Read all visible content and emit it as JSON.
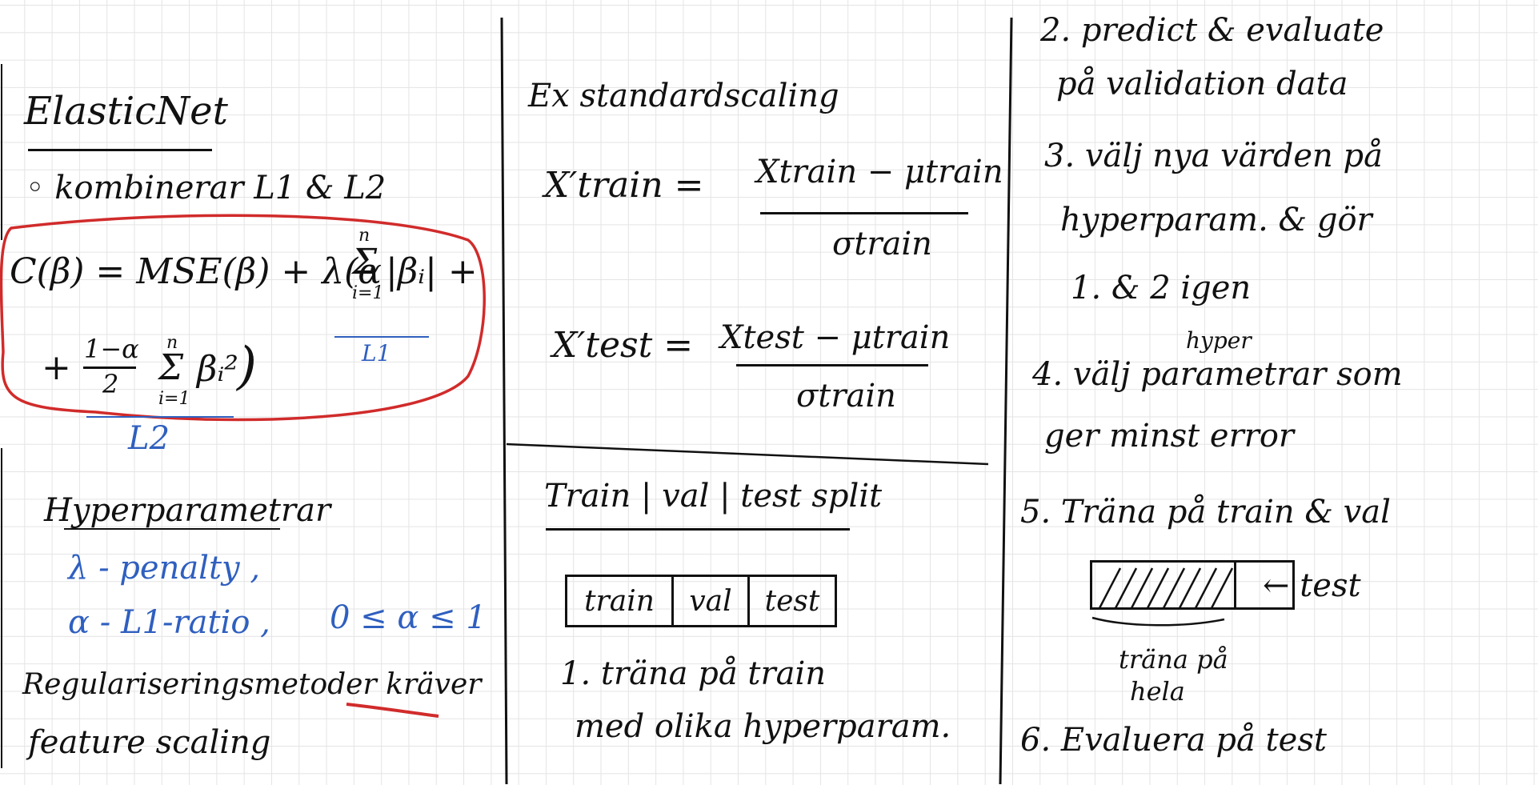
{
  "col1": {
    "heading": "ElasticNet",
    "bullet": "◦ kombinerar L1 & L2",
    "formula": {
      "line1_left": "C(β) = MSE(β) + λ(α",
      "sum_top": "n",
      "sum_symbol": "Σ",
      "sum_bottom": "i=1",
      "l1_term": "|βᵢ| +",
      "l1_label": "L1",
      "line2_plus": "+",
      "frac_num": "1−α",
      "frac_den": "2",
      "l2_term": "βᵢ²",
      "close_paren": ")",
      "l2_label": "L2"
    },
    "hyper_heading": "Hyperparametrar",
    "hyper_items": [
      "λ - penalty ,",
      "α - L1-ratio ,",
      "0 ≤ α ≤ 1"
    ],
    "note_line1": "Regulariseringsmetoder kräver",
    "note_line2": "feature scaling"
  },
  "col2": {
    "heading": "Ex standardscaling",
    "train_lhs": "X′train =",
    "train_num": "Xtrain − μtrain",
    "train_den": "σtrain",
    "test_lhs": "X′test =",
    "test_num": "Xtest − μtrain",
    "test_den": "σtrain",
    "split_heading": "Train | val | test split",
    "split_boxes": [
      "train",
      "val",
      "test"
    ],
    "step1_line1": "1. träna på train",
    "step1_line2": "med olika hyperparam."
  },
  "col3": {
    "step2_line1": "2. predict & evaluate",
    "step2_line2": "på validation data",
    "step3_line1": "3. välj nya värden på",
    "step3_line2": "hyperparam. & gör",
    "step3_line3": "1. & 2 igen",
    "step4_super": "hyper",
    "step4_line1": "4. välj parametrar som",
    "step4_line2": "ger minst error",
    "step5": "5. Träna på train & val",
    "test_label": "← test",
    "train_on": "träna på",
    "all": "hela",
    "step6": "6. Evaluera på test"
  }
}
